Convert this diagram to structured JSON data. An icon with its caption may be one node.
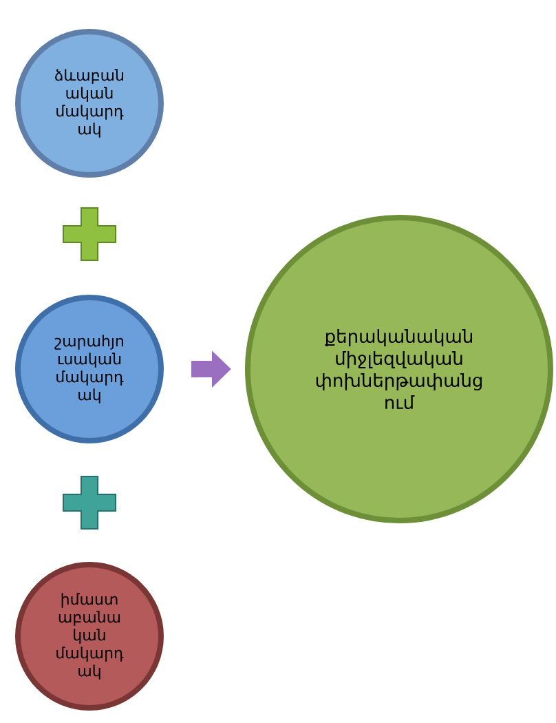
{
  "diagram": {
    "nodes": [
      {
        "text": [
          "ձևաբան ական մակարդ ակ"
        ]
      },
      {
        "text": [
          "շարահյո ւսական մակարդ ակ"
        ]
      },
      {
        "text": [
          "իմաստ աբանա կան մակարդ ակ"
        ]
      },
      {
        "text": [
          "քերականական միջլեզվական փոխներթափանց ում"
        ]
      }
    ],
    "edges": [
      {
        "from": 1,
        "to": 3,
        "arrow": "to"
      }
    ]
  }
}
